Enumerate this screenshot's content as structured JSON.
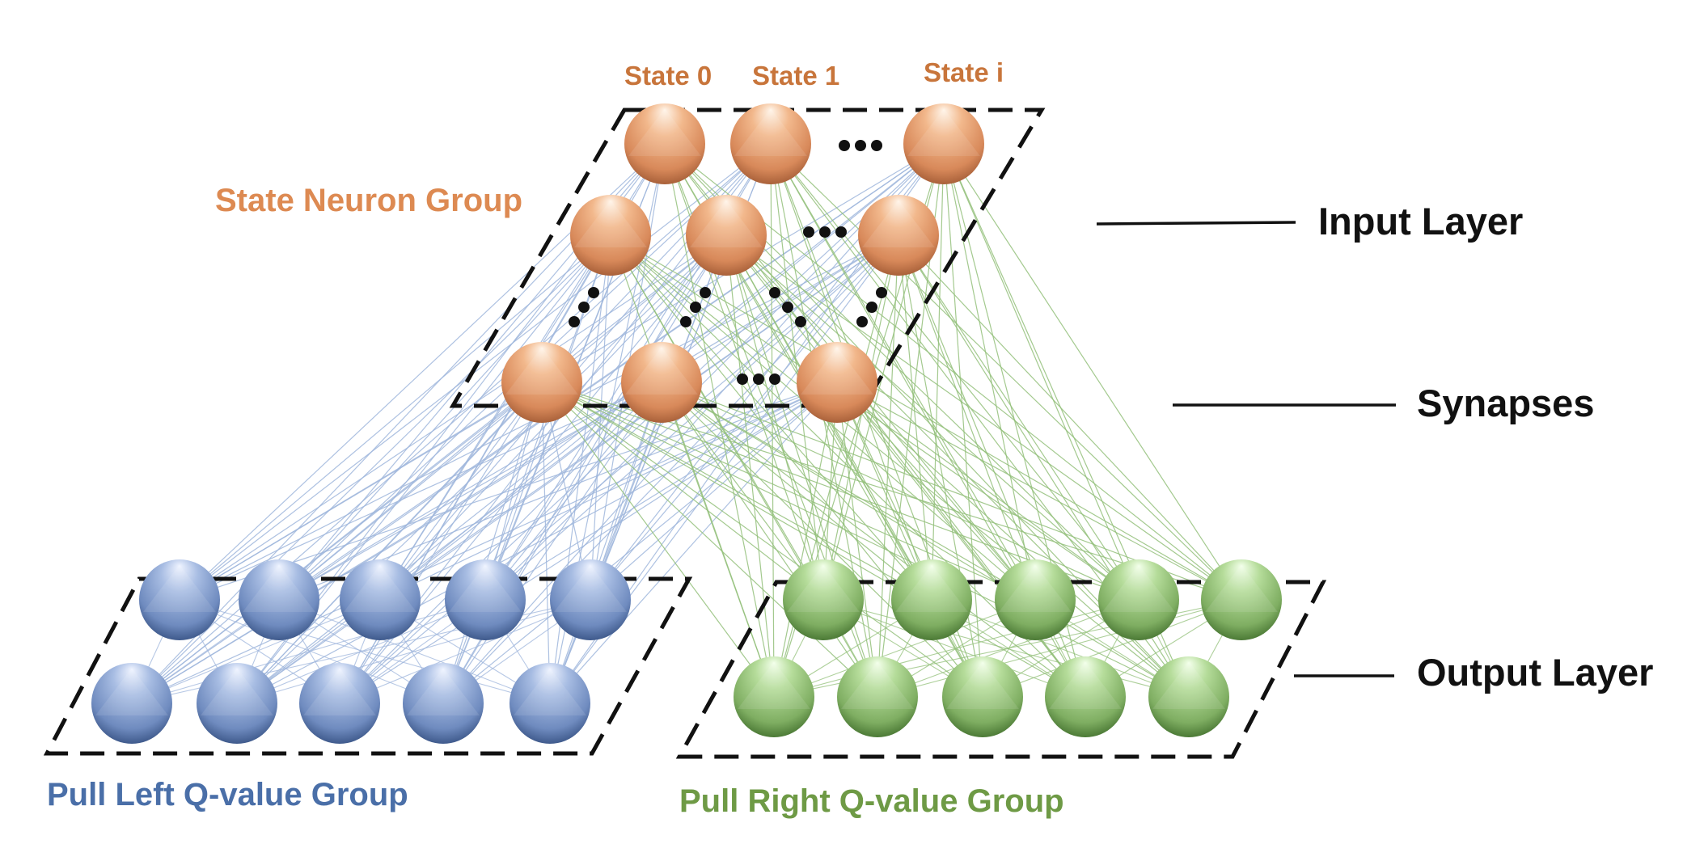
{
  "colors": {
    "state": "#c8753b",
    "state_label": "#dd8a52",
    "left": "#4a6fa8",
    "right": "#6e9a45",
    "black": "#111111",
    "left_syn": "#9fb6dc",
    "right_syn": "#93c07a"
  },
  "state_labels": [
    "State 0",
    "State 1",
    "State i"
  ],
  "group_labels": {
    "state": "State Neuron Group",
    "left": "Pull Left Q-value Group",
    "right": "Pull Right Q-value Group"
  },
  "layer_labels": {
    "input": "Input Layer",
    "synapses": "Synapses",
    "output": "Output Layer"
  }
}
